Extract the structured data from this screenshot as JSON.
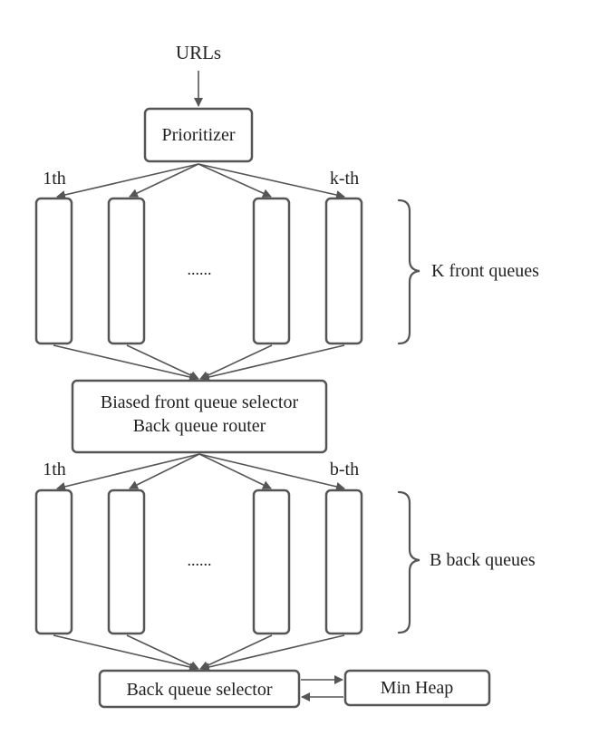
{
  "colors": {
    "stroke": "#555555",
    "text": "#222222",
    "background": "#ffffff"
  },
  "input": {
    "label": "URLs"
  },
  "prioritizer": {
    "label": "Prioritizer"
  },
  "front_queues": {
    "first_label": "1th",
    "last_label": "k-th",
    "ellipsis": "......",
    "group_label": "K front queues"
  },
  "selector": {
    "line1": "Biased front queue selector",
    "line2": "Back queue router"
  },
  "back_queues": {
    "first_label": "1th",
    "last_label": "b-th",
    "ellipsis": "......",
    "group_label": "B back queues"
  },
  "back_selector": {
    "label": "Back queue selector"
  },
  "min_heap": {
    "label": "Min Heap"
  }
}
